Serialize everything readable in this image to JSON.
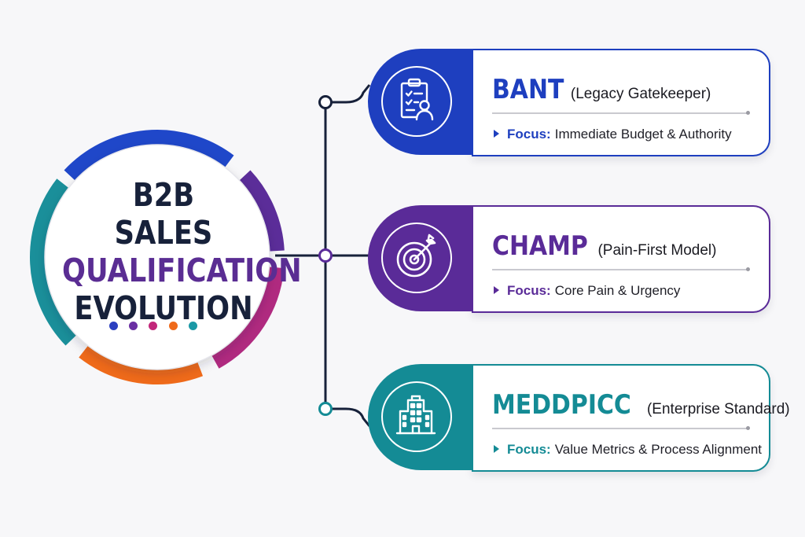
{
  "hub": {
    "title_lines": [
      "B2B",
      "SALES",
      "QUALIFICATION",
      "EVOLUTION"
    ],
    "dot_colors": [
      "#2b3fc0",
      "#6a2fa3",
      "#c2277a",
      "#ef6a1a",
      "#1b99a6"
    ],
    "ring_colors": [
      "#1f47c9",
      "#5b2d99",
      "#b02a80",
      "#ef6a1a",
      "#1a8f9a"
    ]
  },
  "frameworks": [
    {
      "name": "BANT",
      "subtitle": "(Legacy Gatekeeper)",
      "focus_label": "Focus:",
      "focus_text": "Immediate Budget & Authority",
      "color": "#1e3fbf",
      "icon": "clipboard-user-icon"
    },
    {
      "name": "CHAMP",
      "subtitle": "(Pain-First Model)",
      "focus_label": "Focus:",
      "focus_text": "Core Pain & Urgency",
      "color": "#5a2b98",
      "icon": "target-arrow-icon"
    },
    {
      "name": "MEDDPICC",
      "subtitle": "(Enterprise Standard)",
      "focus_label": "Focus:",
      "focus_text": "Value Metrics & Process Alignment",
      "color": "#148b95",
      "icon": "office-building-icon"
    }
  ]
}
